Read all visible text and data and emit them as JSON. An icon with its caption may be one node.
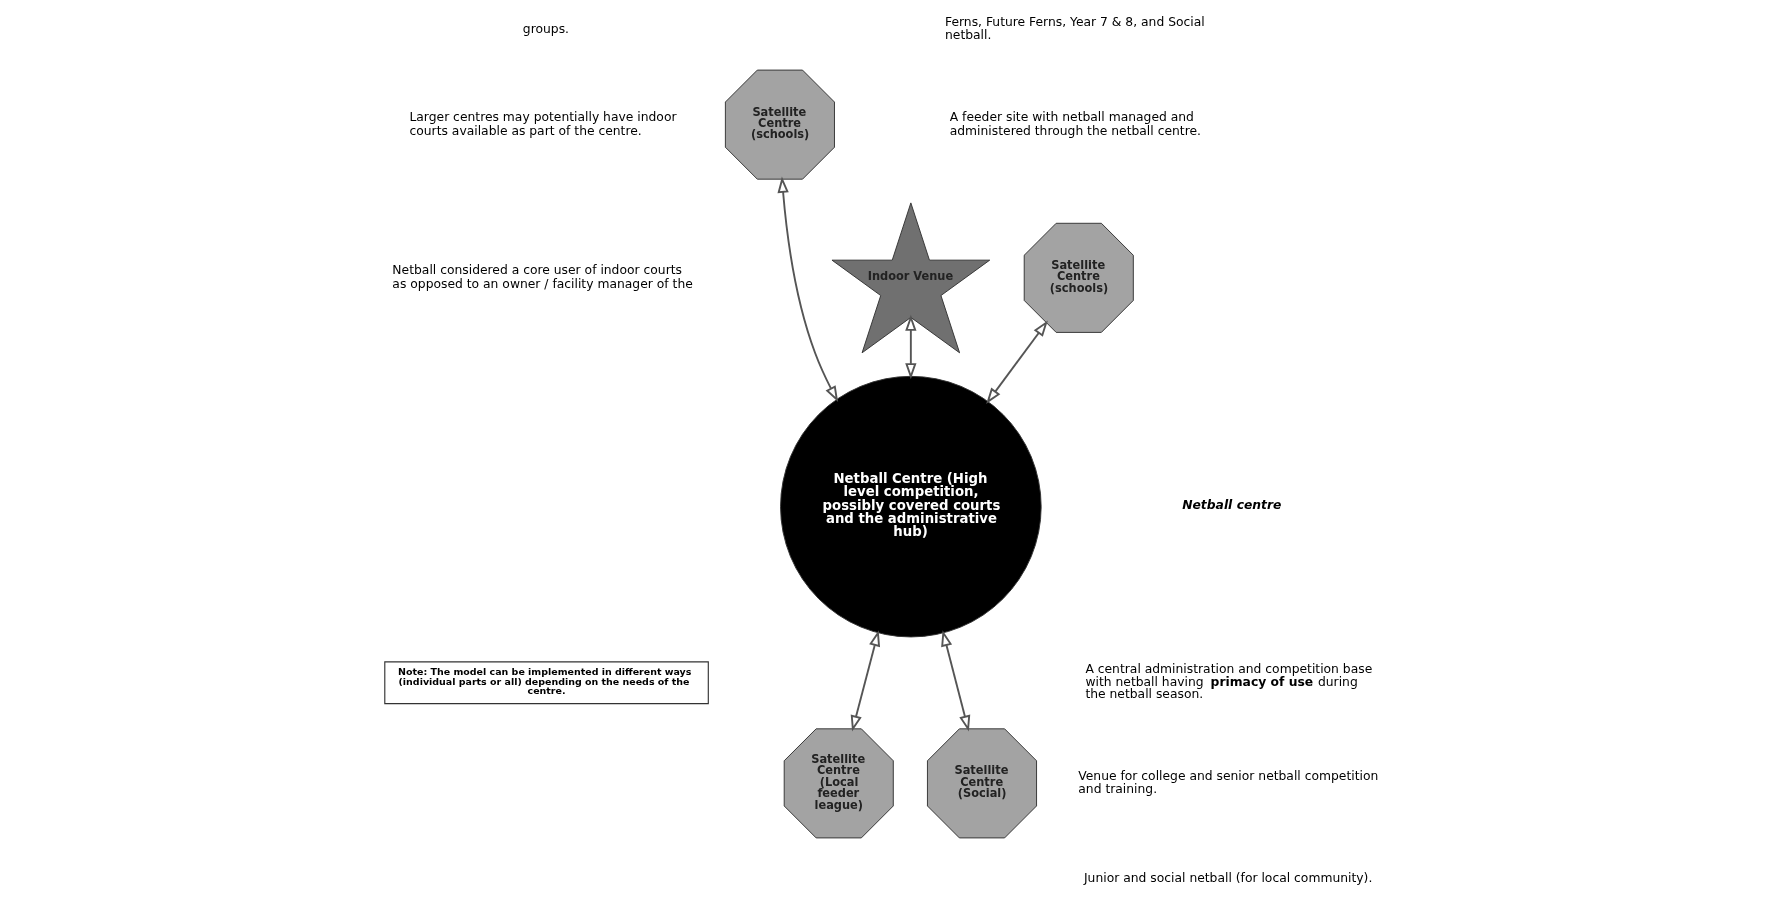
{
  "diagram": {
    "nodes": [
      {
        "text": [
          "Satellite Centre (schools)"
        ]
      },
      {
        "text": [
          "Indoor Venue"
        ]
      },
      {
        "text": [
          "Satellite Centre (schools)"
        ]
      },
      {
        "text": [
          "Netball Centre (High level competition, possibly covered courts and the administrative hub)"
        ]
      },
      {
        "text": [
          "Satellite Centre (Local feeder league)"
        ]
      },
      {
        "text": [
          "Satellite Centre (Social)"
        ]
      },
      {
        "text": [
          "Note: The model can be implemented in different ways (individual parts or all) depending on the needs of the centre."
        ]
      }
    ],
    "edges": [
      {
        "from": 0,
        "to": 3,
        "arrow": "both"
      },
      {
        "from": 1,
        "to": 3,
        "arrow": "both"
      },
      {
        "from": 2,
        "to": 3,
        "arrow": "both"
      },
      {
        "from": 3,
        "to": 4,
        "arrow": "both"
      },
      {
        "from": 3,
        "to": 5,
        "arrow": "both"
      }
    ],
    "labels": [
      "groups.",
      "Ferns, Future Ferns, Year 7 & 8, and Social netball.",
      "Larger centres may potentially have indoor courts available as part of the centre.",
      "A feeder site with netball managed and administered through the netball centre.",
      "Netball considered a core user of indoor courts as opposed to an owner / facility manager of the",
      "Netball centre",
      "A central administration and competition base with netball having **primacy of use** during the netball season.",
      "Venue for college and senior netball competition and training.",
      "Junior and social netball (for local community)."
    ]
  }
}
